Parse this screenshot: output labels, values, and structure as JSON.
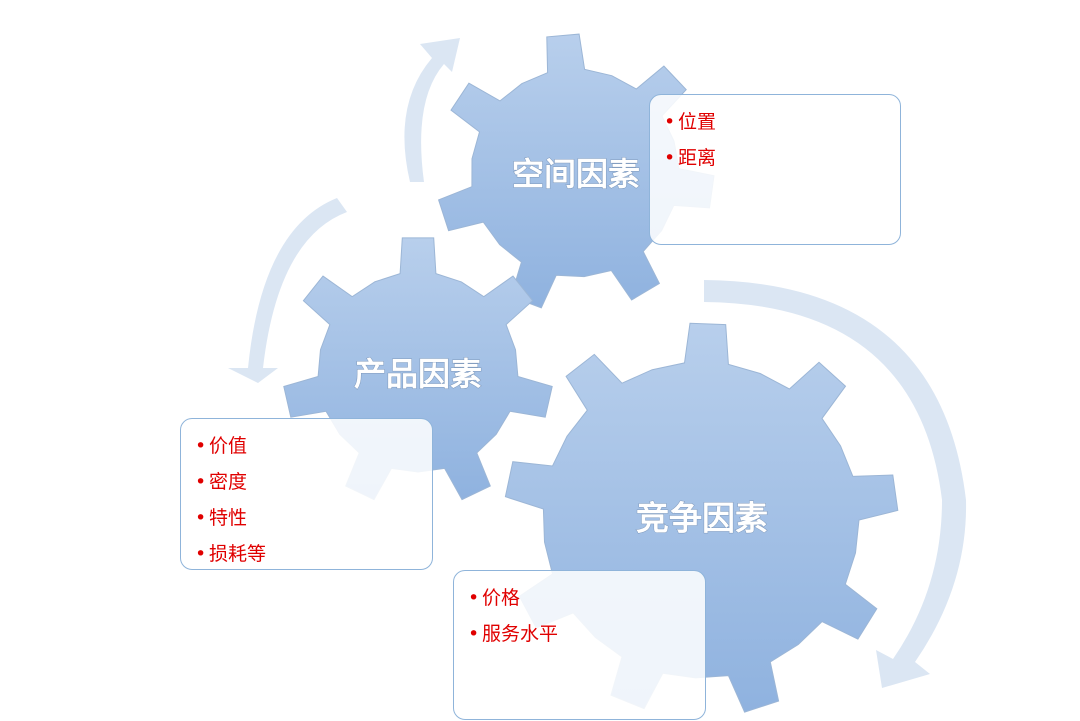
{
  "gears": [
    {
      "label": "空间因素",
      "items": [
        "位置",
        "距离"
      ]
    },
    {
      "label": "产品因素",
      "items": [
        "价值",
        "密度",
        "特性",
        "损耗等"
      ]
    },
    {
      "label": "竞争因素",
      "items": [
        "价格",
        "服务水平"
      ]
    }
  ],
  "colors": {
    "gear_fill": "#9dbde3",
    "arrow_fill": "#dbe6f3",
    "box_border": "#8fb4da",
    "item_text": "#e00000",
    "label_text": "#ffffff"
  }
}
